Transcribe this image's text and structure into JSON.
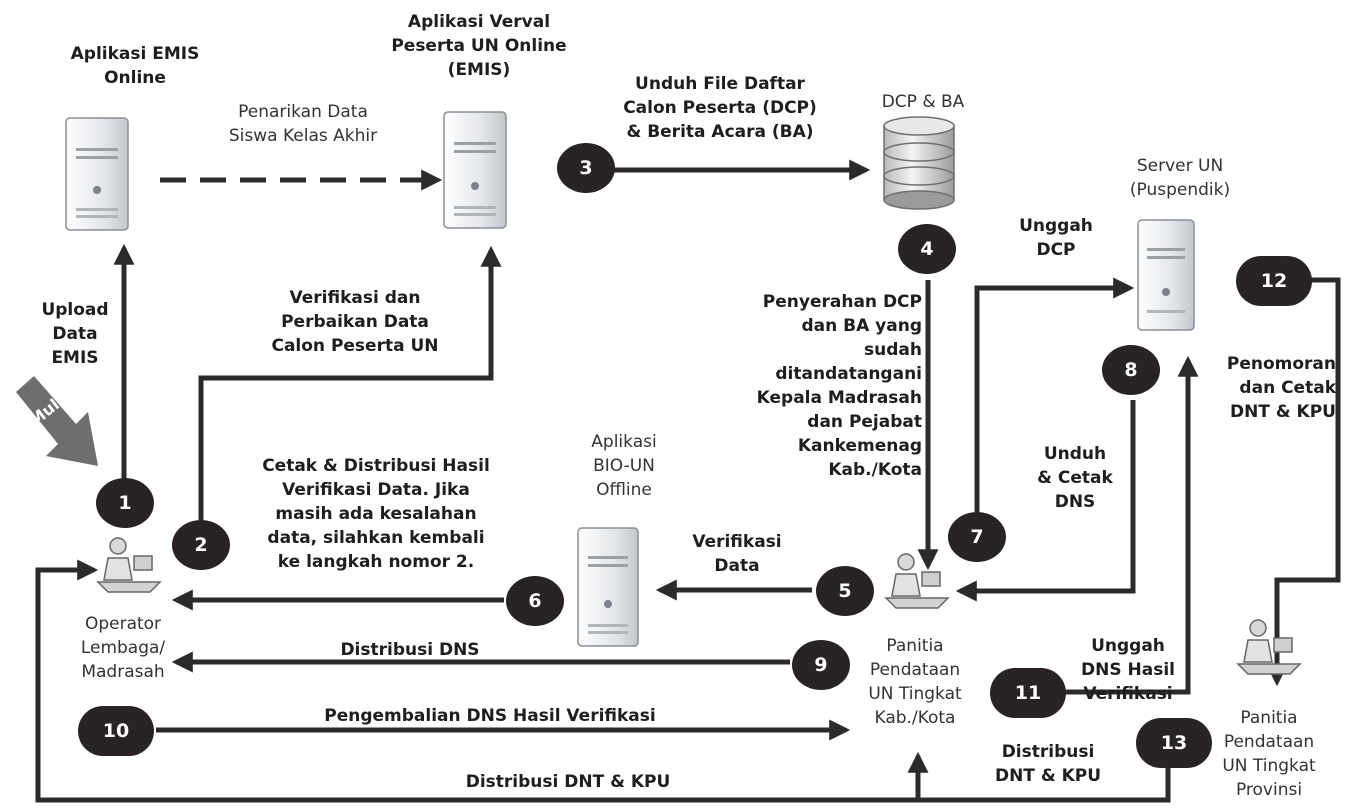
{
  "nodes": {
    "emis": "Aplikasi EMIS\nOnline",
    "verval": "Aplikasi Verval\nPeserta UN Online\n(EMIS)",
    "dcp_ba": "DCP & BA",
    "server_un": "Server UN\n(Puspendik)",
    "bio_un": "Aplikasi\nBIO-UN\nOffline",
    "operator": "Operator\nLembaga/\nMadrasah",
    "panitia_kab": "Panitia\nPendataan\nUN Tingkat\nKab./Kota",
    "panitia_prov": "Panitia\nPendataan\nUN Tingkat\nProvinsi",
    "mulai": "Mulai"
  },
  "edges": {
    "penarikan": "Penarikan Data\nSiswa Kelas Akhir",
    "upload": "Upload\nData\nEMIS",
    "verifikasi_perbaikan": "Verifikasi dan\nPerbaikan Data\nCalon Peserta UN",
    "unduh_dcp": "Unduh File Daftar\nCalon Peserta (DCP)\n& Berita Acara (BA)",
    "unggah_dcp": "Unggah\nDCP",
    "penyerahan": "Penyerahan DCP\ndan BA yang\nsudah\nditandatangani\nKepala Madrasah\ndan Pejabat\nKankemenag\nKab./Kota",
    "penomoran": "Penomoran\ndan Cetak\nDNT & KPU",
    "unduh_dns": "Unduh\n& Cetak\nDNS",
    "cetak_distribusi": "Cetak & Distribusi Hasil\nVerifikasi Data. Jika\nmasih ada kesalahan\ndata, silahkan kembali\nke langkah nomor 2.",
    "verifikasi_data": "Verifikasi\nData",
    "distribusi_dns": "Distribusi DNS",
    "unggah_dns": "Unggah\nDNS Hasil\nVerifikasi",
    "pengembalian": "Pengembalian DNS Hasil Verifikasi",
    "distribusi_dnt_kab": "Distribusi\nDNT & KPU",
    "distribusi_dnt_bottom": "Distribusi DNT & KPU"
  },
  "steps": [
    "1",
    "2",
    "3",
    "4",
    "5",
    "6",
    "7",
    "8",
    "9",
    "10",
    "11",
    "12",
    "13"
  ],
  "colors": {
    "badge": "#2a2323",
    "line": "#2b2b2b",
    "server_body": "#e9ecef"
  }
}
